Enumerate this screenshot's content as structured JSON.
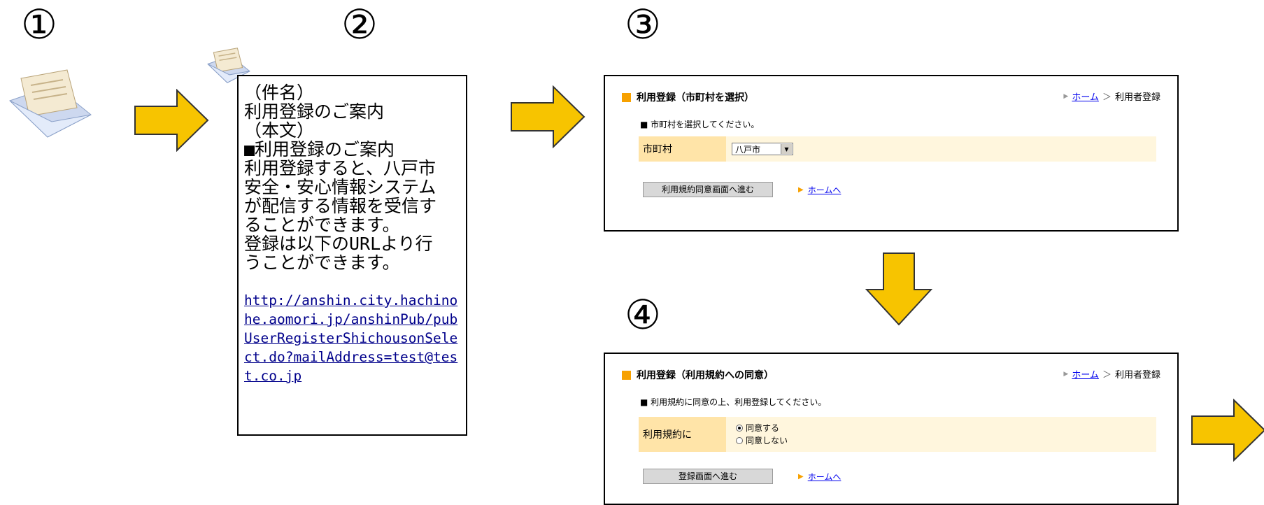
{
  "steps": [
    "①",
    "②",
    "③",
    "④"
  ],
  "arrow_color": "#f7c400",
  "mail": {
    "lines": [
      "（件名）",
      "利用登録のご案内",
      "（本文）",
      "■利用登録のご案内",
      "利用登録すると、八戸市",
      "安全・安心情報システム",
      "が配信する情報を受信す",
      "ることができます。",
      "登録は以下のURLより行",
      "うことができます。"
    ],
    "url": "http://anshin.city.hachinohe.aomori.jp/anshinPub/pubUserRegisterShichousonSelect.do?mailAddress=test@test.co.jp"
  },
  "panel3": {
    "title": "利用登録（市町村を選択）",
    "crumb_home": "ホーム",
    "crumb_sep": "＞",
    "crumb_current": "利用者登録",
    "instruction": "■ 市町村を選択してください。",
    "field_label": "市町村",
    "select_value": "八戸市",
    "button": "利用規約同意画面へ進む",
    "home_link": "ホームへ"
  },
  "panel4": {
    "title": "利用登録（利用規約への同意）",
    "crumb_home": "ホーム",
    "crumb_sep": "＞",
    "crumb_current": "利用者登録",
    "instruction": "■ 利用規約に同意の上、利用登録してください。",
    "field_label": "利用規約に",
    "option_agree": "同意する",
    "option_disagree": "同意しない",
    "button": "登録画面へ進む",
    "home_link": "ホームへ"
  }
}
